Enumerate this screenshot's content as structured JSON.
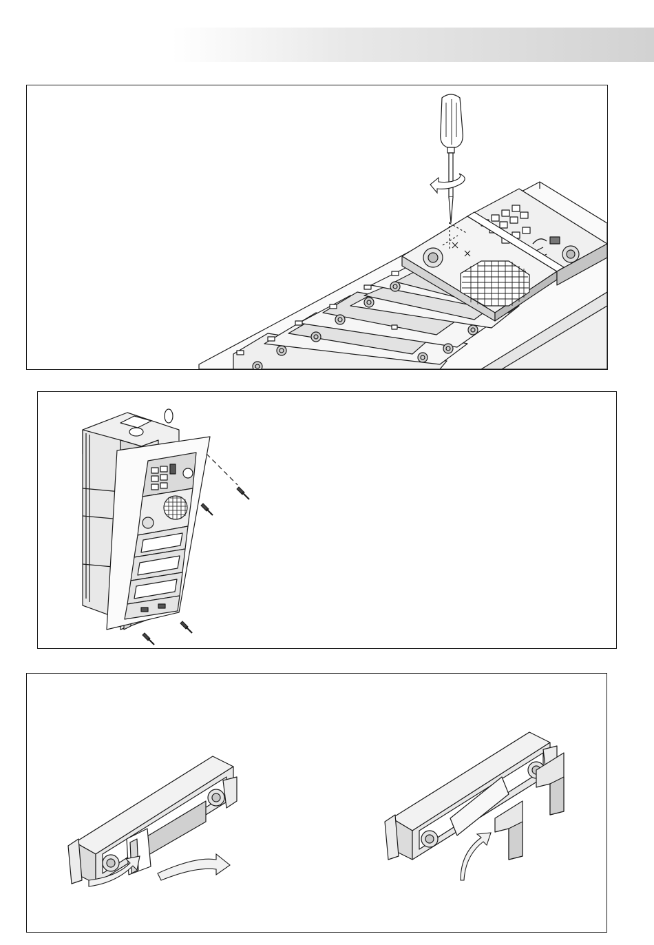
{
  "figure": {
    "panels": [
      {
        "id": "screw-removal",
        "content": "screwdriver-turning-screw-on-speaker-module"
      },
      {
        "id": "panel-assembly",
        "content": "front-plate-fixed-to-flush-box-with-four-screws"
      },
      {
        "id": "button-module",
        "content": "two-steps-removing-nameplate-window"
      }
    ]
  },
  "colors": {
    "line": "#1a1a1a",
    "fill_light": "#ececec",
    "fill_mid": "#d6d6d6",
    "fill_dark": "#9a9a9a",
    "arrow_fill": "#f2f2f2"
  },
  "icons": [
    "screwdriver-icon",
    "rotation-arrow-icon",
    "screw-icon",
    "curved-arrow-icon"
  ]
}
